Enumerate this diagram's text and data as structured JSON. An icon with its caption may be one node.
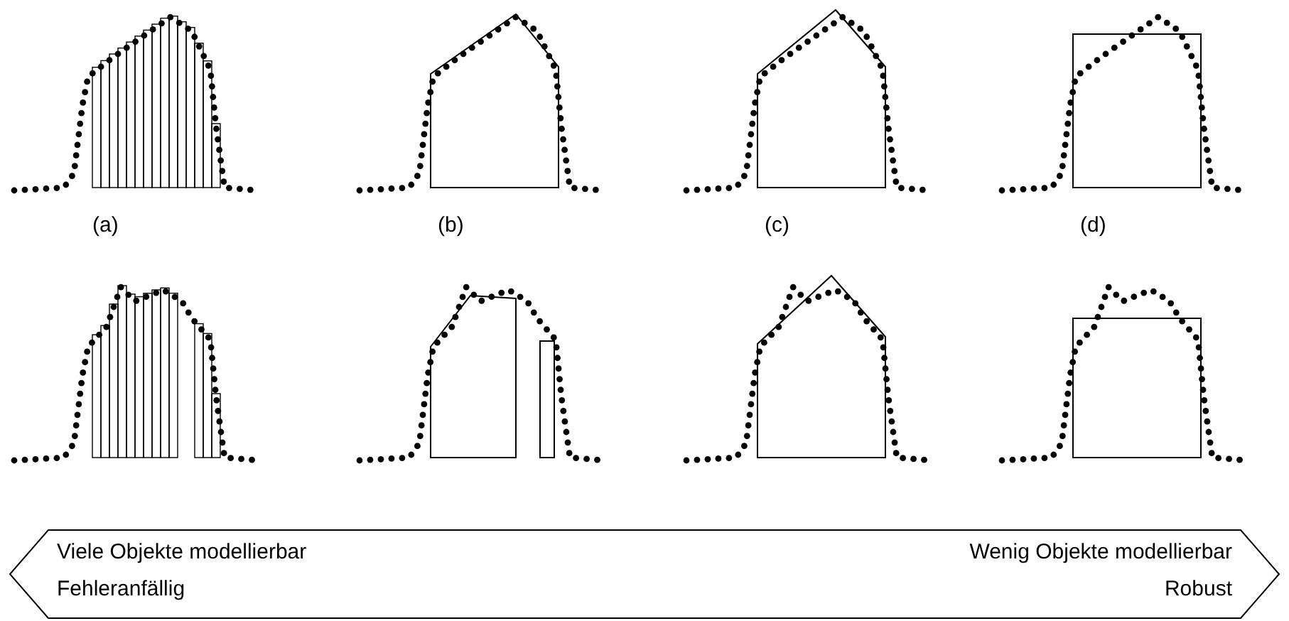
{
  "diagram": {
    "nodes": [
      {
        "text": [
          "Viele Objekte modellierbar",
          "Fehleranfällig",
          "Wenig Objekte modellierbar",
          "Robust"
        ]
      }
    ],
    "labels": [
      "(a)",
      "(b)",
      "(c)",
      "(d)"
    ]
  }
}
